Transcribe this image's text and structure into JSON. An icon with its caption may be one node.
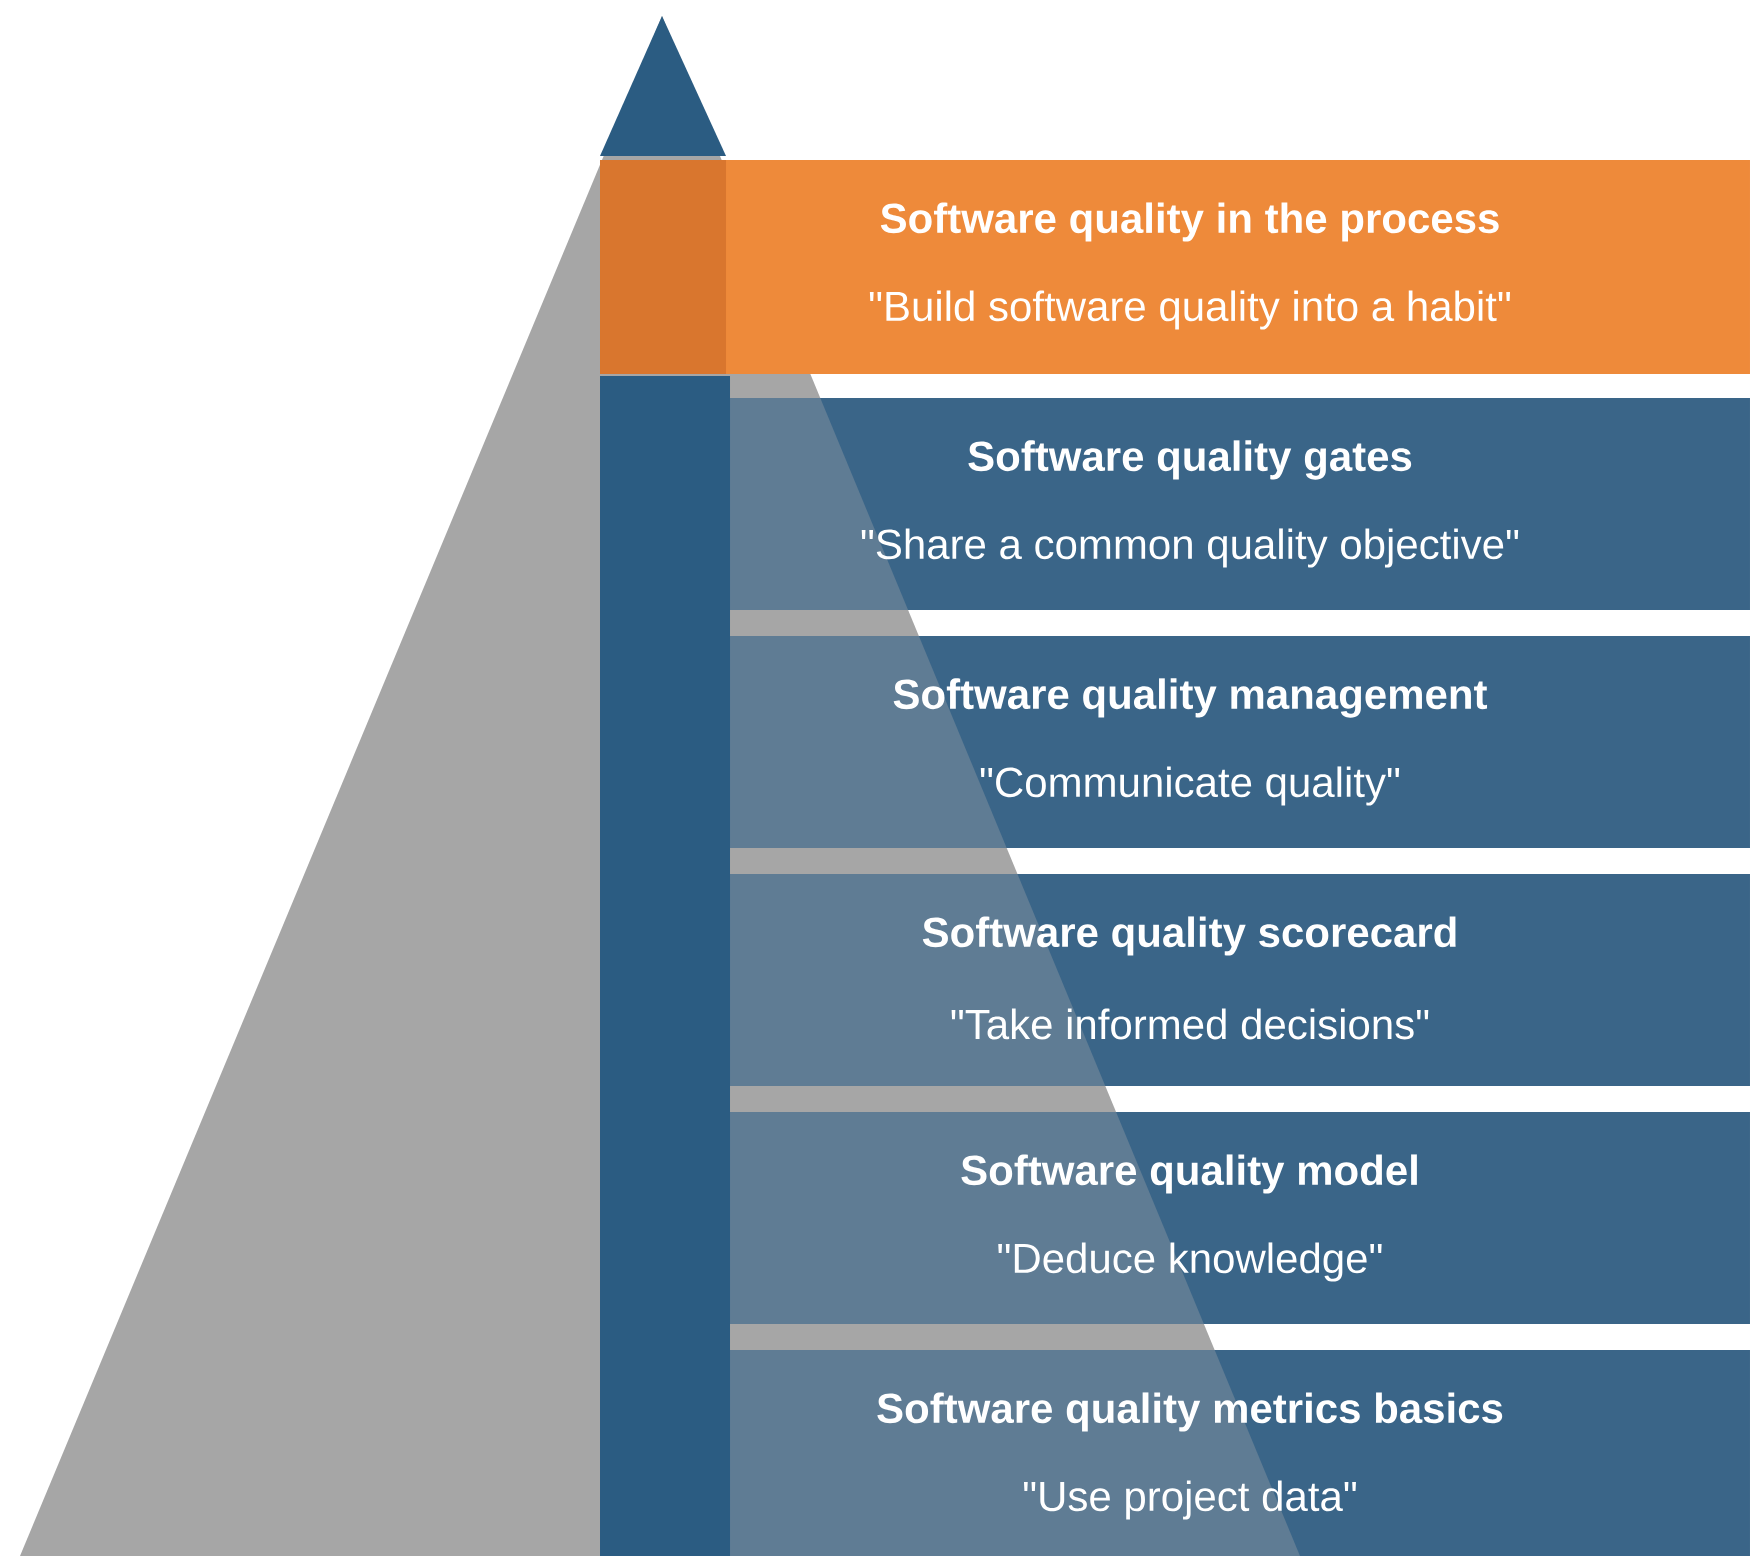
{
  "diagram": {
    "nodes": [
      {
        "text": [
          "Software quality in the process",
          "\"Build software quality into a habit\""
        ]
      },
      {
        "text": [
          "Software quality gates",
          "\"Share a common quality objective\""
        ]
      },
      {
        "text": [
          "Software quality management",
          "\"Communicate quality\""
        ]
      },
      {
        "text": [
          "Software quality scorecard",
          "\"Take informed decisions\""
        ]
      },
      {
        "text": [
          "Software quality model",
          "\"Deduce knowledge\""
        ]
      },
      {
        "text": [
          "Software quality metrics basics",
          "\"Use project data\""
        ]
      }
    ]
  }
}
